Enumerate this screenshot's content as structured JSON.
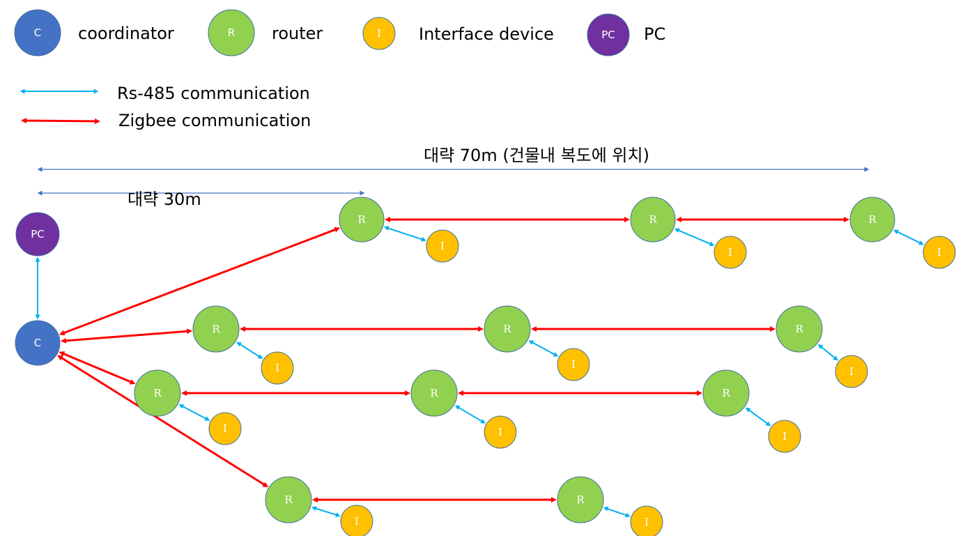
{
  "legend": {
    "nodes": [
      {
        "key": "coordinator",
        "glyph": "C",
        "label": "coordinator"
      },
      {
        "key": "router",
        "glyph": "R",
        "label": "router"
      },
      {
        "key": "interface",
        "glyph": "I",
        "label": "Interface device"
      },
      {
        "key": "pc",
        "glyph": "PC",
        "label": "PC"
      }
    ],
    "links": [
      {
        "key": "rs485",
        "label": "Rs-485 communication"
      },
      {
        "key": "zigbee",
        "label": "Zigbee communication"
      }
    ]
  },
  "distances": {
    "long": "대략 70m (건물내 복도에 위치)",
    "short": "대략 30m"
  },
  "colors": {
    "coordinator": "#4472C4",
    "router": "#92D050",
    "interface": "#FFC000",
    "pc": "#7030A0",
    "rs485": "#00B0F0",
    "zigbee": "#FF0000",
    "dimension": "#4472C4",
    "outline": "#41719C"
  },
  "network": {
    "pc": {
      "glyph": "PC"
    },
    "coordinator": {
      "glyph": "C"
    },
    "router_glyph": "R",
    "interface_glyph": "I"
  }
}
